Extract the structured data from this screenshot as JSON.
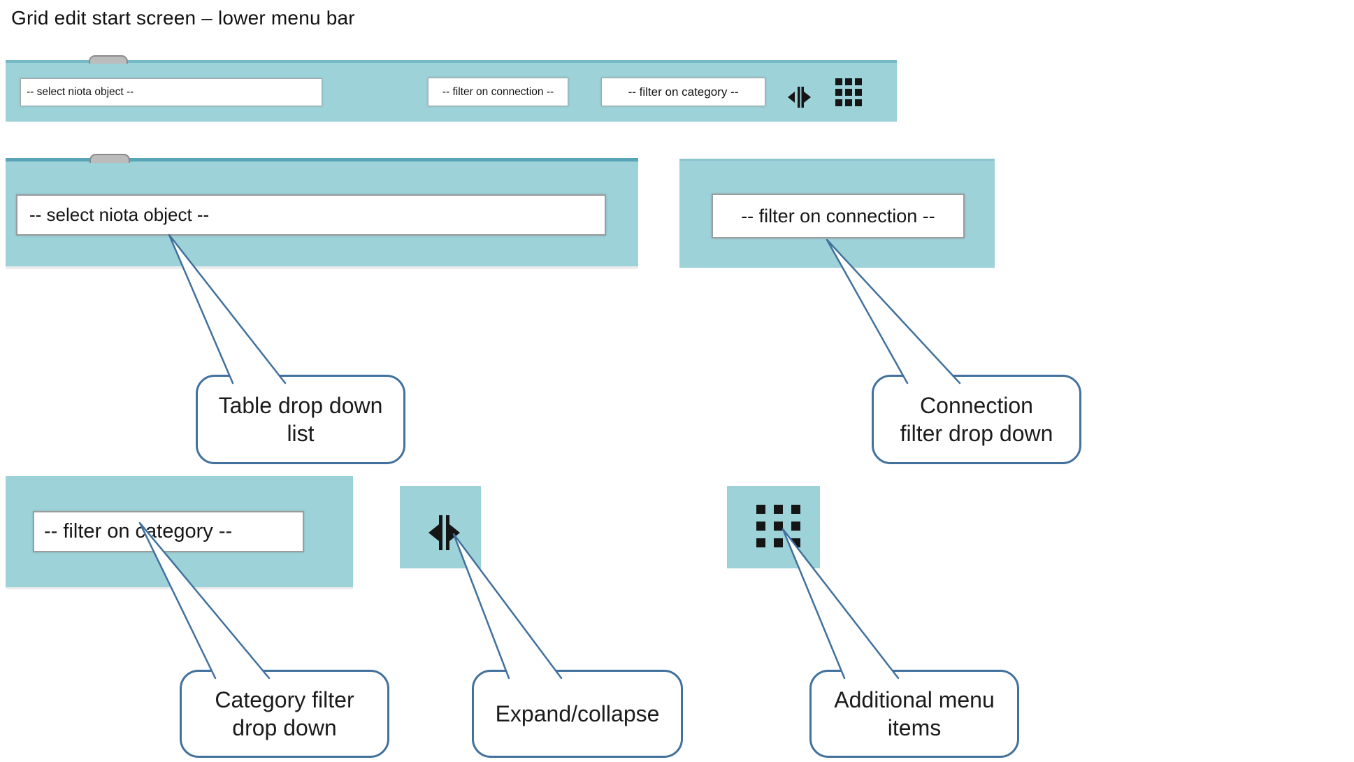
{
  "title": "Grid edit start screen – lower menu bar",
  "colors": {
    "bar_bg": "#9dd2d9",
    "bar_edge": "#74b9c4",
    "panel_edge": "#57a5b6",
    "callout_border": "#41719c",
    "icon_color": "#151515"
  },
  "menu_bar": {
    "niota_select": "-- select niota object --",
    "connection_filter": "-- filter on connection --",
    "category_filter": "-- filter on category --",
    "expand_collapse_icon": "expand-collapse",
    "grid_icon": "additional-menu-grid"
  },
  "zoom_panels": {
    "niota_select": "-- select niota object --",
    "connection_filter": "-- filter on connection --",
    "category_filter": "-- filter on category --"
  },
  "callouts": {
    "table": {
      "lines": [
        "Table drop down",
        "list"
      ]
    },
    "connection": {
      "lines": [
        "Connection",
        "filter drop down"
      ]
    },
    "category": {
      "lines": [
        "Category filter",
        "drop down"
      ]
    },
    "expand": {
      "lines": [
        "Expand/collapse"
      ]
    },
    "additional": {
      "lines": [
        "Additional menu",
        "items"
      ]
    }
  }
}
